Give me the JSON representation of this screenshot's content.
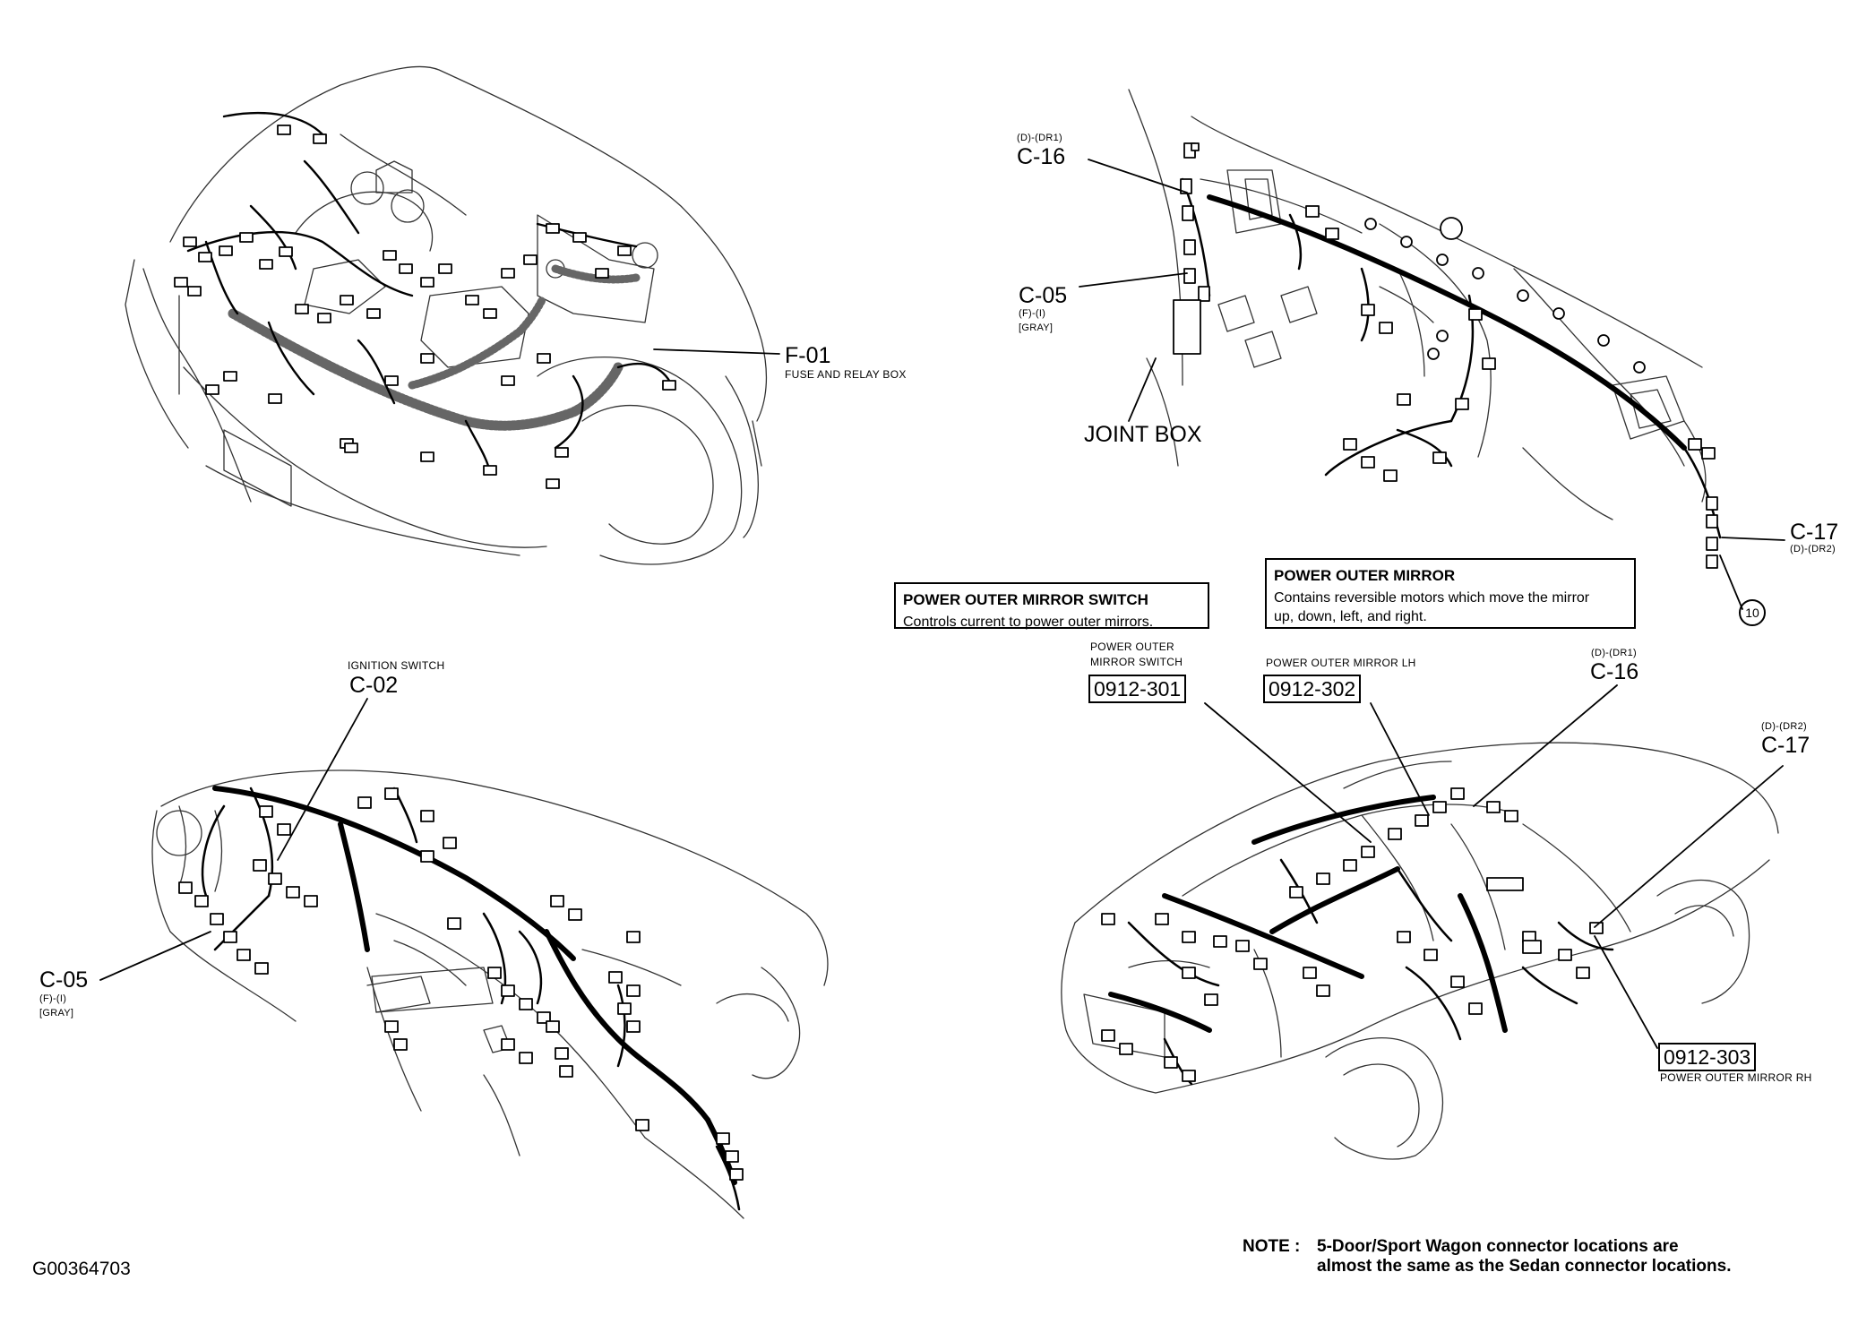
{
  "figure_id": "G00364703",
  "note": {
    "prefix": "NOTE :",
    "line1": "5-Door/Sport Wagon connector locations are",
    "line2": "almost the same as the Sedan connector locations."
  },
  "engine_view": {
    "connector": {
      "code": "F-01",
      "name": "FUSE AND RELAY BOX"
    }
  },
  "dash_view_top": {
    "c16": {
      "code": "C-16",
      "sub": "(D)-(DR1)"
    },
    "c05": {
      "code": "C-05",
      "sub1": "(F)-(I)",
      "sub2": "[GRAY]"
    },
    "joint_box": "JOINT BOX",
    "c17": {
      "code": "C-17",
      "sub": "(D)-(DR2)"
    },
    "circle_ref": "10"
  },
  "dash_view_bottom": {
    "ignition": {
      "name": "IGNITION SWITCH",
      "code": "C-02"
    },
    "c05": {
      "code": "C-05",
      "sub1": "(F)-(I)",
      "sub2": "[GRAY]"
    }
  },
  "info_boxes": {
    "switch": {
      "title": "POWER OUTER MIRROR SWITCH",
      "desc": "Controls current to power outer mirrors."
    },
    "mirror": {
      "title": "POWER OUTER MIRROR",
      "desc1": "Contains reversible motors which move the mirror",
      "desc2": "up, down, left, and right."
    }
  },
  "car_view": {
    "switch_label1": "POWER OUTER",
    "switch_label2": "MIRROR SWITCH",
    "switch_code": "0912-301",
    "lh_label": "POWER OUTER MIRROR LH",
    "lh_code": "0912-302",
    "c16": {
      "code": "C-16",
      "sub": "(D)-(DR1)"
    },
    "c17": {
      "code": "C-17",
      "sub": "(D)-(DR2)"
    },
    "rh_code": "0912-303",
    "rh_label": "POWER OUTER MIRROR RH"
  }
}
